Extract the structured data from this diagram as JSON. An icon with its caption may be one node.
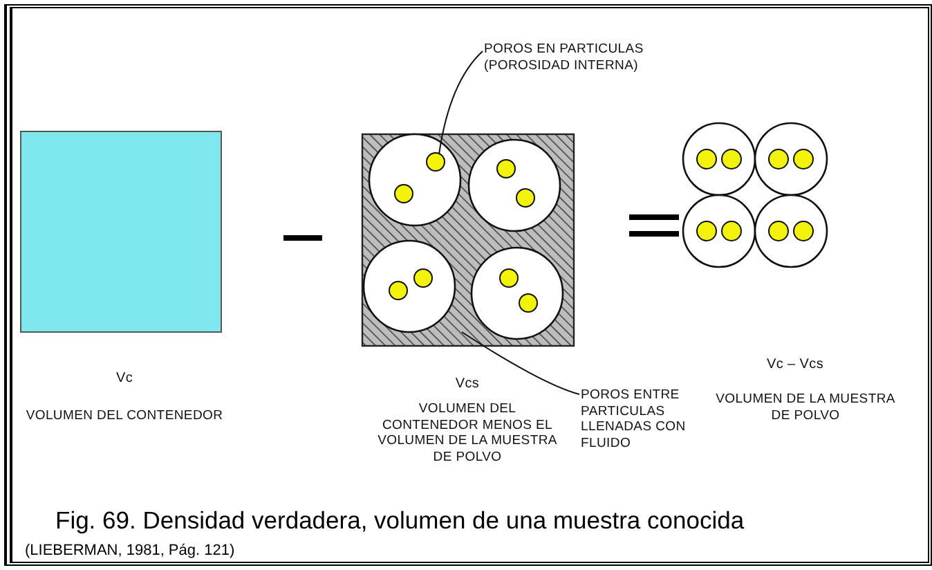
{
  "diagram": {
    "caption": "Fig. 69. Densidad verdadera, volumen de una muestra conocida",
    "nodes": [
      {
        "text": [
          "POROS EN PARTICULAS (POROSIDAD INTERNA)"
        ]
      },
      {
        "text": [],
        "shape": "box"
      },
      {
        "text": [],
        "shape": "circle",
        "in": 1
      },
      {
        "text": [
          "POROS ENTRE PARTICULAS LLENADAS CON FLUIDO"
        ]
      }
    ],
    "edges": [
      {
        "from": 0,
        "to": 2,
        "arrow": "none"
      },
      {
        "from": 3,
        "to": 1,
        "arrow": "none"
      }
    ],
    "labels": [
      "Vc",
      "VOLUMEN DEL CONTENEDOR",
      "Vcs",
      "VOLUMEN DEL CONTENEDOR MENOS EL VOLUMEN DE LA MUESTRA DE POLVO",
      "Vc – Vcs",
      "VOLUMEN DE LA MUESTRA DE POLVO",
      "(LIEBERMAN, 1981, Pág. 121)"
    ]
  }
}
